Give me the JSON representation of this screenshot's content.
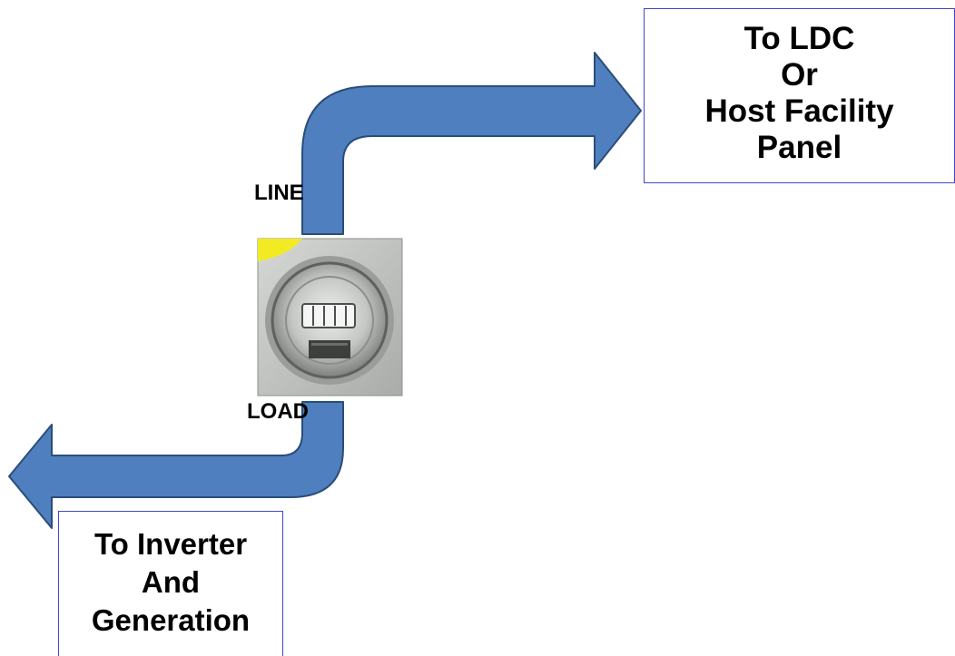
{
  "destinations": {
    "upstream": [
      "To LDC",
      "Or",
      "Host Facility",
      "Panel"
    ],
    "downstream": [
      "To Inverter",
      "And",
      "Generation"
    ]
  },
  "meter": {
    "line_label": "LINE",
    "load_label": "LOAD"
  },
  "colors": {
    "arrow_fill": "#4f7fbe",
    "arrow_stroke": "#2a4d7a",
    "box_border": "#3f48cc",
    "meter_badge": "#f2ea22"
  }
}
